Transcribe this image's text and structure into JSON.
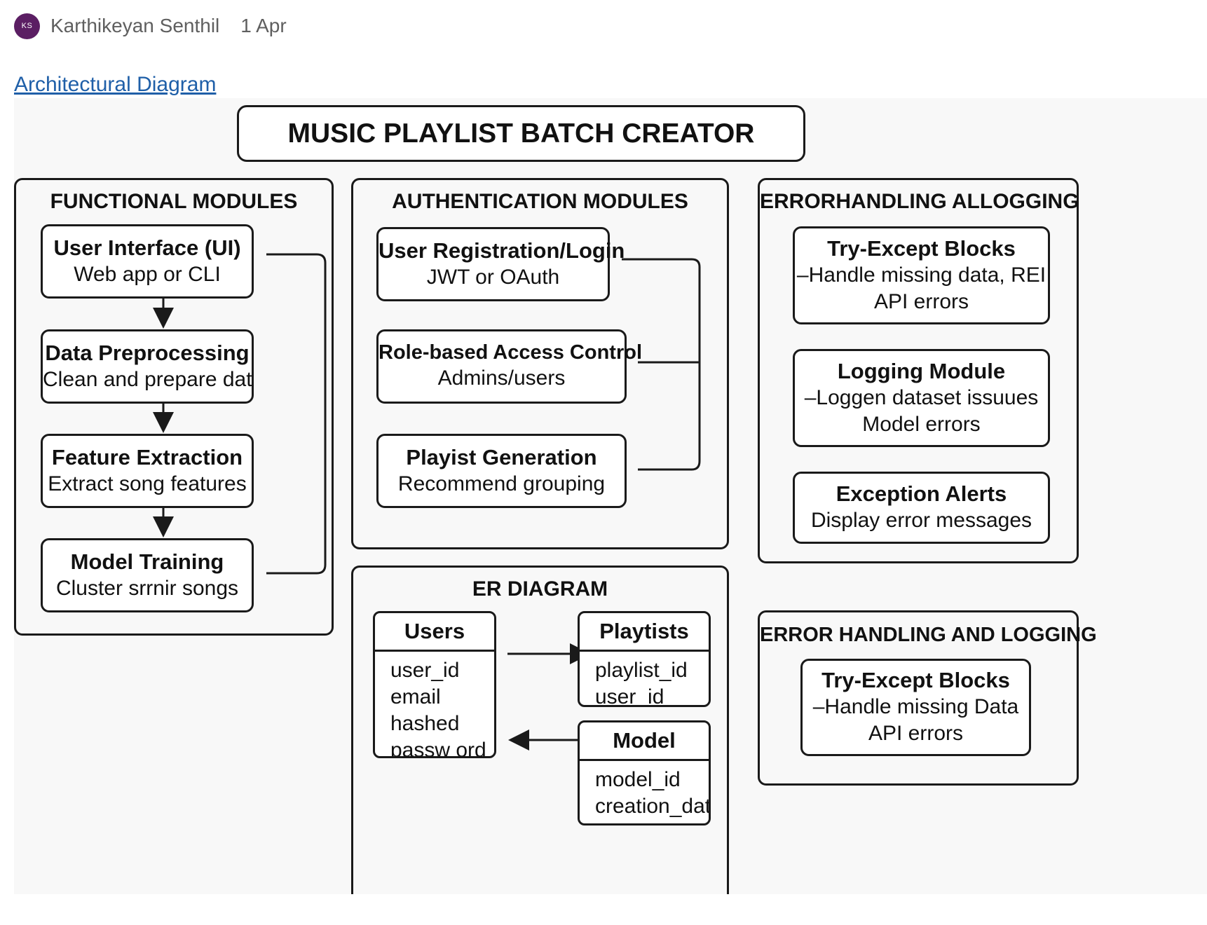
{
  "header": {
    "avatar_initials": "KS",
    "author": "Karthikeyan Senthil",
    "date": "1 Apr",
    "link_text": "Architectural Diagram"
  },
  "diagram": {
    "title": "MUSIC PLAYLIST BATCH CREATOR",
    "functional": {
      "title": "FUNCTIONAL MODULES",
      "boxes": [
        {
          "title": "User Interface (UI)",
          "subtitle": "Web app or CLI"
        },
        {
          "title": "Data Preprocessing",
          "subtitle": "Clean and prepare dat"
        },
        {
          "title": "Feature Extraction",
          "subtitle": "Extract song features"
        },
        {
          "title": "Model Training",
          "subtitle": "Cluster srrnir songs"
        }
      ]
    },
    "auth": {
      "title": "AUTHENTICATION MODULES",
      "boxes": [
        {
          "title": "User Registration/Login",
          "subtitle": "JWT or OAuth"
        },
        {
          "title": "Role-based Access Control",
          "subtitle": "Admins/users"
        },
        {
          "title": "Playist Generation",
          "subtitle": "Recommend grouping"
        }
      ]
    },
    "error1": {
      "title": "ERRORHANDLING ALLOGGING",
      "boxes": [
        {
          "title": "Try-Except Blocks",
          "lines": [
            "–Handle missing data, REI",
            "API errors"
          ]
        },
        {
          "title": "Logging Module",
          "lines": [
            "–Loggen dataset issuues",
            "Model errors"
          ]
        },
        {
          "title": "Exception Alerts",
          "lines": [
            "Display error messages"
          ]
        }
      ]
    },
    "er": {
      "title": "ER DIAGRAM",
      "entities": {
        "users": {
          "name": "Users",
          "fields": [
            "user_id",
            "email",
            "hashed",
            "passw ord"
          ]
        },
        "playlists": {
          "name": "Playtists",
          "fields": [
            "playlist_id",
            "user_id"
          ]
        },
        "model": {
          "name": "Model",
          "fields": [
            "model_id",
            "creation_date"
          ]
        }
      }
    },
    "error2": {
      "title": "ERROR HANDLING AND LOGGING",
      "box": {
        "title": "Try-Except Blocks",
        "lines": [
          "–Handle missing Data",
          "API errors"
        ]
      }
    }
  }
}
